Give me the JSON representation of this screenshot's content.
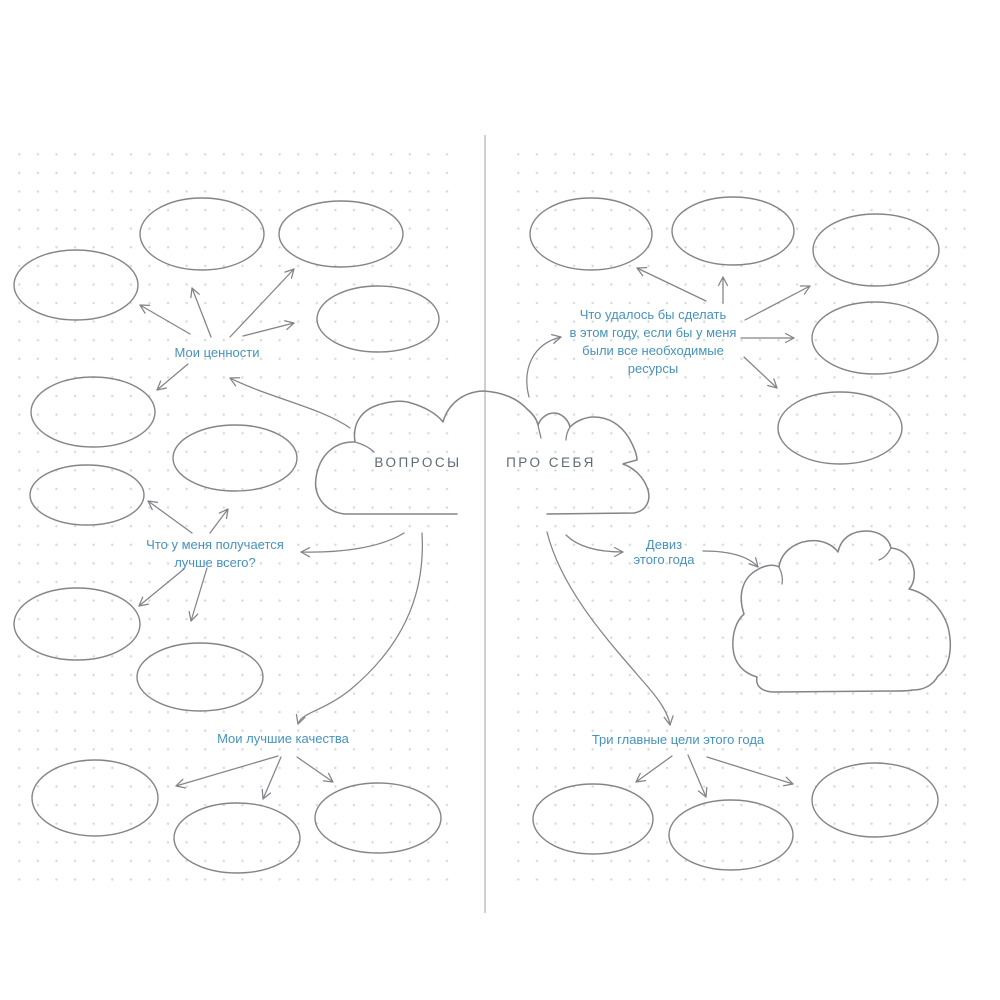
{
  "cloud": {
    "word_left": "ВОПРОСЫ",
    "word_right": "ПРО СЕБЯ"
  },
  "branches": {
    "values": "Мои ценности",
    "best_at": "Что у меня получается\nлучше всего?",
    "qualities": "Мои лучшие качества",
    "resources": "Что удалось бы сделать\nв этом году, если бы у меня\nбыли все необходимые\nресурсы",
    "motto": "Девиз\nэтого года",
    "goals": "Три главные цели этого года"
  },
  "colors": {
    "label_blue": "#4792bd",
    "cloud_title": "#5d6b78",
    "stroke_gray": "#83838b",
    "dot": "#d8d8d8",
    "divider": "#d0d0d0",
    "background": "#ffffff"
  }
}
